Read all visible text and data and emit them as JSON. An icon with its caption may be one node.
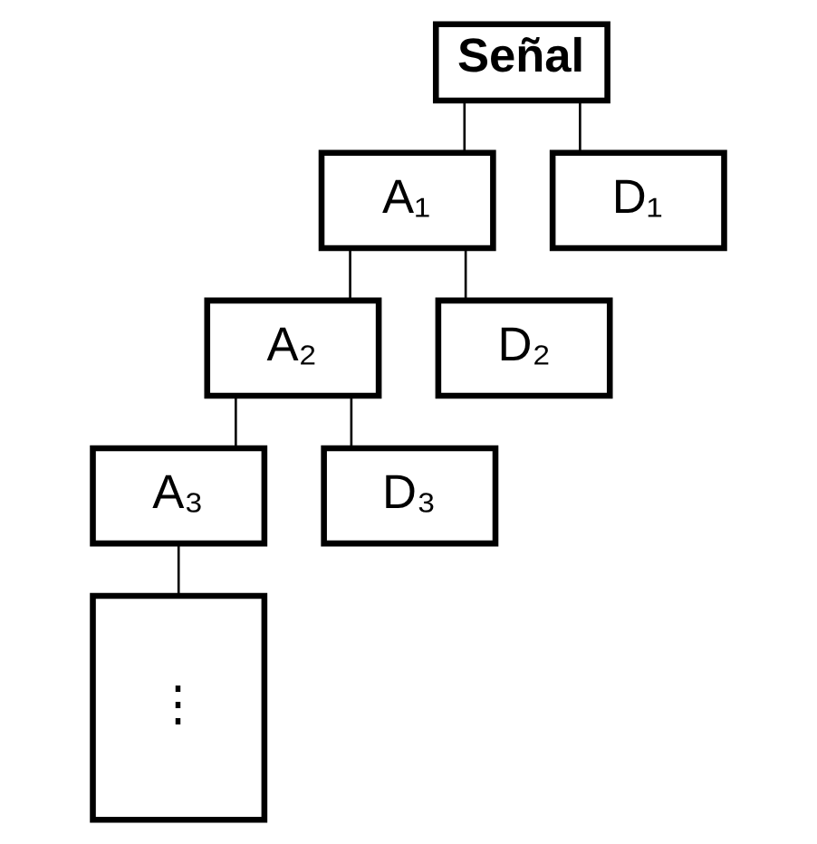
{
  "diagram": {
    "nodes": [
      {
        "text": [
          "Señal"
        ]
      },
      {
        "text": [
          "A₁"
        ]
      },
      {
        "text": [
          "D₁"
        ]
      },
      {
        "text": [
          "A₂"
        ]
      },
      {
        "text": [
          "D₂"
        ]
      },
      {
        "text": [
          "A₃"
        ]
      },
      {
        "text": [
          "D₃"
        ]
      },
      {
        "text": [
          "⋮"
        ]
      }
    ],
    "edges": [
      {
        "from": 0,
        "to": 1,
        "arrow": "none"
      },
      {
        "from": 0,
        "to": 2,
        "arrow": "none"
      },
      {
        "from": 1,
        "to": 3,
        "arrow": "none"
      },
      {
        "from": 1,
        "to": 4,
        "arrow": "none"
      },
      {
        "from": 3,
        "to": 5,
        "arrow": "none"
      },
      {
        "from": 3,
        "to": 6,
        "arrow": "none"
      },
      {
        "from": 5,
        "to": 7,
        "arrow": "none"
      }
    ]
  }
}
